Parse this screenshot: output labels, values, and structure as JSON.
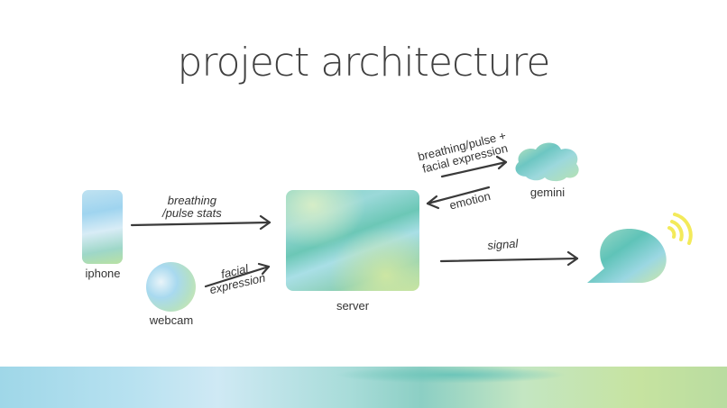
{
  "title": "project architecture",
  "nodes": {
    "iphone": "iphone",
    "webcam": "webcam",
    "server": "server",
    "gemini": "gemini"
  },
  "edges": {
    "iphone_to_server": [
      "breathing",
      "/pulse stats"
    ],
    "webcam_to_server": [
      "facial",
      "expression"
    ],
    "server_to_gemini": [
      "breathing/pulse +",
      "facial expression"
    ],
    "gemini_to_server": "emotion",
    "server_to_output": "signal"
  },
  "icons": {
    "output": "speech-bubble-icon",
    "signal": "wifi-signal-icon"
  },
  "colors": {
    "arrow": "#3a3a3a",
    "signal_yellow": "#f3ea5a"
  }
}
